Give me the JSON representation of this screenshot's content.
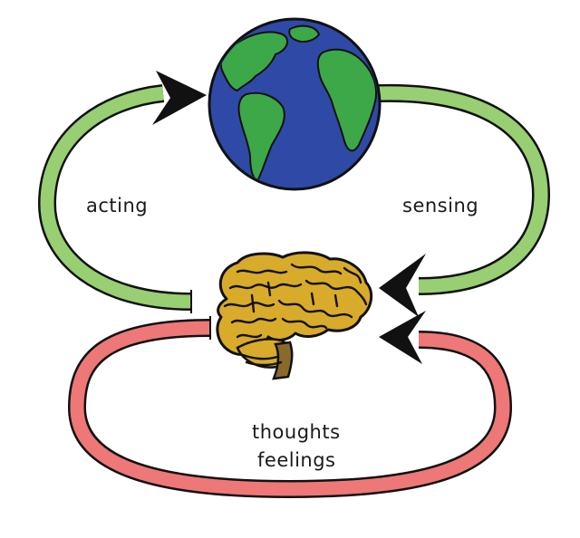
{
  "labels": {
    "acting": "acting",
    "sensing": "sensing",
    "thoughts": "thoughts",
    "feelings": "feelings"
  },
  "nodes": {
    "world": "earth-globe",
    "mind": "brain"
  },
  "colors": {
    "acting_loop": "#97cf72",
    "sensing_loop": "#97cf72",
    "thoughts_loop": "#ee7777",
    "ocean": "#2e4aa6",
    "land": "#3da848",
    "brain": "#d9ab2a",
    "outline": "#111111",
    "background": "#ffffff"
  }
}
